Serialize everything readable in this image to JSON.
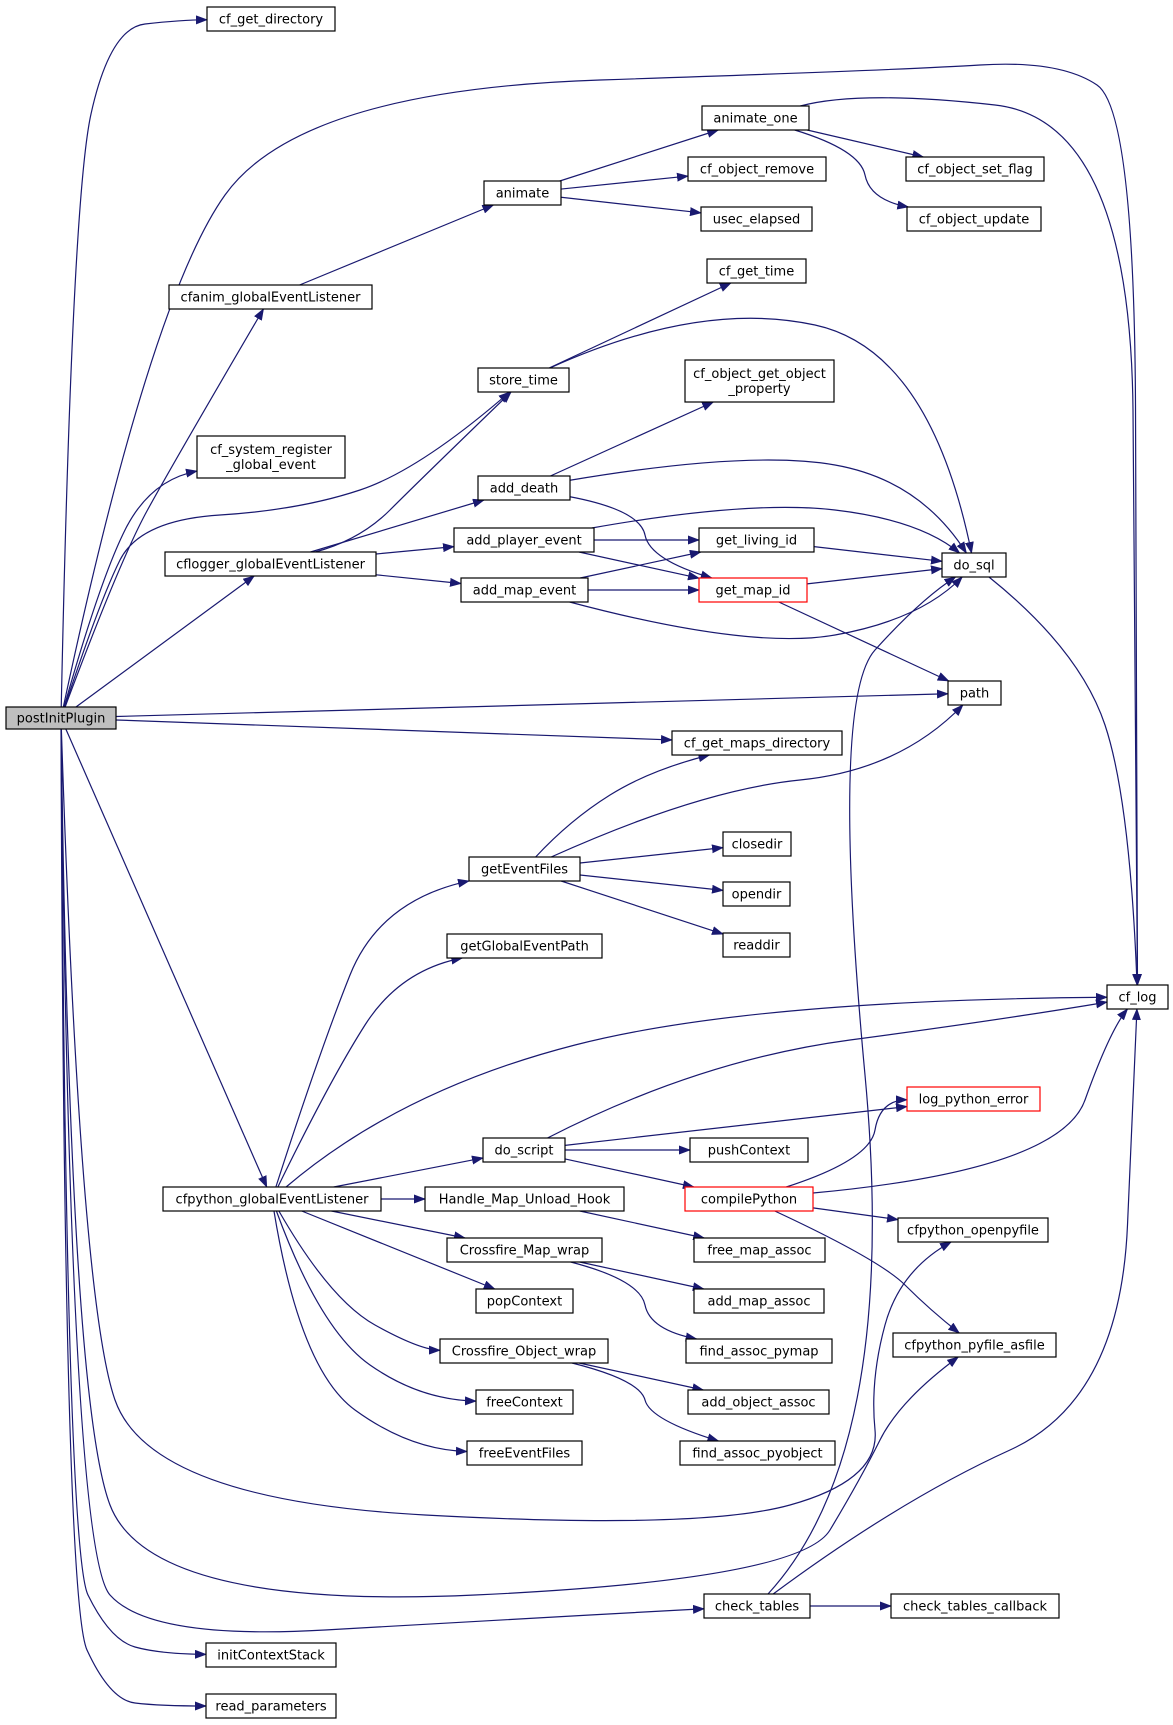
{
  "colors": {
    "edge": "#191970",
    "node_border": "#000000",
    "node_border_incomplete": "#ff0000",
    "node_fill": "#ffffff",
    "root_fill": "#bfbfbf"
  },
  "nodes": [
    {
      "id": "postInitPlugin",
      "lines": [
        "postInitPlugin"
      ],
      "root": true
    },
    {
      "id": "cf_get_directory",
      "lines": [
        "cf_get_directory"
      ]
    },
    {
      "id": "cfanim_globalEventListener",
      "lines": [
        "cfanim_globalEventListener"
      ]
    },
    {
      "id": "animate",
      "lines": [
        "animate"
      ]
    },
    {
      "id": "animate_one",
      "lines": [
        "animate_one"
      ]
    },
    {
      "id": "cf_object_remove",
      "lines": [
        "cf_object_remove"
      ]
    },
    {
      "id": "usec_elapsed",
      "lines": [
        "usec_elapsed"
      ]
    },
    {
      "id": "cf_object_set_flag",
      "lines": [
        "cf_object_set_flag"
      ]
    },
    {
      "id": "cf_object_update",
      "lines": [
        "cf_object_update"
      ]
    },
    {
      "id": "cf_get_time",
      "lines": [
        "cf_get_time"
      ]
    },
    {
      "id": "store_time",
      "lines": [
        "store_time"
      ]
    },
    {
      "id": "cf_object_get_object_property",
      "lines": [
        "cf_object_get_object",
        "_property"
      ]
    },
    {
      "id": "cf_system_register_global_event",
      "lines": [
        "cf_system_register",
        "_global_event"
      ]
    },
    {
      "id": "add_death",
      "lines": [
        "add_death"
      ]
    },
    {
      "id": "cflogger_globalEventListener",
      "lines": [
        "cflogger_globalEventListener"
      ]
    },
    {
      "id": "add_player_event",
      "lines": [
        "add_player_event"
      ]
    },
    {
      "id": "get_living_id",
      "lines": [
        "get_living_id"
      ]
    },
    {
      "id": "do_sql",
      "lines": [
        "do_sql"
      ]
    },
    {
      "id": "add_map_event",
      "lines": [
        "add_map_event"
      ]
    },
    {
      "id": "get_map_id",
      "lines": [
        "get_map_id"
      ],
      "incomplete": true
    },
    {
      "id": "path",
      "lines": [
        "path"
      ]
    },
    {
      "id": "cf_get_maps_directory",
      "lines": [
        "cf_get_maps_directory"
      ]
    },
    {
      "id": "closedir",
      "lines": [
        "closedir"
      ]
    },
    {
      "id": "getEventFiles",
      "lines": [
        "getEventFiles"
      ]
    },
    {
      "id": "opendir",
      "lines": [
        "opendir"
      ]
    },
    {
      "id": "readdir",
      "lines": [
        "readdir"
      ]
    },
    {
      "id": "getGlobalEventPath",
      "lines": [
        "getGlobalEventPath"
      ]
    },
    {
      "id": "cf_log",
      "lines": [
        "cf_log"
      ]
    },
    {
      "id": "log_python_error",
      "lines": [
        "log_python_error"
      ],
      "incomplete": true
    },
    {
      "id": "do_script",
      "lines": [
        "do_script"
      ]
    },
    {
      "id": "pushContext",
      "lines": [
        "pushContext"
      ]
    },
    {
      "id": "compilePython",
      "lines": [
        "compilePython"
      ],
      "incomplete": true
    },
    {
      "id": "cfpython_globalEventListener",
      "lines": [
        "cfpython_globalEventListener"
      ]
    },
    {
      "id": "Handle_Map_Unload_Hook",
      "lines": [
        "Handle_Map_Unload_Hook"
      ]
    },
    {
      "id": "cfpython_openpyfile",
      "lines": [
        "cfpython_openpyfile"
      ]
    },
    {
      "id": "free_map_assoc",
      "lines": [
        "free_map_assoc"
      ]
    },
    {
      "id": "Crossfire_Map_wrap",
      "lines": [
        "Crossfire_Map_wrap"
      ]
    },
    {
      "id": "popContext",
      "lines": [
        "popContext"
      ]
    },
    {
      "id": "add_map_assoc",
      "lines": [
        "add_map_assoc"
      ]
    },
    {
      "id": "find_assoc_pymap",
      "lines": [
        "find_assoc_pymap"
      ]
    },
    {
      "id": "cfpython_pyfile_asfile",
      "lines": [
        "cfpython_pyfile_asfile"
      ]
    },
    {
      "id": "Crossfire_Object_wrap",
      "lines": [
        "Crossfire_Object_wrap"
      ]
    },
    {
      "id": "add_object_assoc",
      "lines": [
        "add_object_assoc"
      ]
    },
    {
      "id": "freeContext",
      "lines": [
        "freeContext"
      ]
    },
    {
      "id": "freeEventFiles",
      "lines": [
        "freeEventFiles"
      ]
    },
    {
      "id": "find_assoc_pyobject",
      "lines": [
        "find_assoc_pyobject"
      ]
    },
    {
      "id": "check_tables",
      "lines": [
        "check_tables"
      ]
    },
    {
      "id": "check_tables_callback",
      "lines": [
        "check_tables_callback"
      ]
    },
    {
      "id": "initContextStack",
      "lines": [
        "initContextStack"
      ]
    },
    {
      "id": "read_parameters",
      "lines": [
        "read_parameters"
      ]
    }
  ],
  "edges": [
    [
      "postInitPlugin",
      "cf_get_directory"
    ],
    [
      "postInitPlugin",
      "cf_log"
    ],
    [
      "postInitPlugin",
      "cfanim_globalEventListener"
    ],
    [
      "postInitPlugin",
      "cf_system_register_global_event"
    ],
    [
      "postInitPlugin",
      "store_time"
    ],
    [
      "postInitPlugin",
      "cflogger_globalEventListener"
    ],
    [
      "postInitPlugin",
      "path"
    ],
    [
      "postInitPlugin",
      "cf_get_maps_directory"
    ],
    [
      "postInitPlugin",
      "cfpython_globalEventListener"
    ],
    [
      "postInitPlugin",
      "cfpython_openpyfile"
    ],
    [
      "postInitPlugin",
      "cfpython_pyfile_asfile"
    ],
    [
      "postInitPlugin",
      "check_tables"
    ],
    [
      "postInitPlugin",
      "initContextStack"
    ],
    [
      "postInitPlugin",
      "read_parameters"
    ],
    [
      "cfanim_globalEventListener",
      "animate"
    ],
    [
      "animate",
      "animate_one"
    ],
    [
      "animate",
      "cf_object_remove"
    ],
    [
      "animate",
      "usec_elapsed"
    ],
    [
      "animate_one",
      "cf_log"
    ],
    [
      "animate_one",
      "cf_object_set_flag"
    ],
    [
      "animate_one",
      "cf_object_update"
    ],
    [
      "store_time",
      "cf_get_time"
    ],
    [
      "store_time",
      "do_sql"
    ],
    [
      "cflogger_globalEventListener",
      "store_time"
    ],
    [
      "cflogger_globalEventListener",
      "add_death"
    ],
    [
      "cflogger_globalEventListener",
      "add_player_event"
    ],
    [
      "cflogger_globalEventListener",
      "add_map_event"
    ],
    [
      "add_death",
      "cf_object_get_object_property"
    ],
    [
      "add_death",
      "do_sql"
    ],
    [
      "add_death",
      "get_map_id"
    ],
    [
      "add_player_event",
      "do_sql"
    ],
    [
      "add_player_event",
      "get_living_id"
    ],
    [
      "add_player_event",
      "get_map_id"
    ],
    [
      "add_map_event",
      "get_living_id"
    ],
    [
      "add_map_event",
      "get_map_id"
    ],
    [
      "add_map_event",
      "do_sql"
    ],
    [
      "get_living_id",
      "do_sql"
    ],
    [
      "get_map_id",
      "do_sql"
    ],
    [
      "get_map_id",
      "path"
    ],
    [
      "do_sql",
      "cf_log"
    ],
    [
      "getEventFiles",
      "cf_get_maps_directory"
    ],
    [
      "getEventFiles",
      "path"
    ],
    [
      "getEventFiles",
      "closedir"
    ],
    [
      "getEventFiles",
      "opendir"
    ],
    [
      "getEventFiles",
      "readdir"
    ],
    [
      "cfpython_globalEventListener",
      "getEventFiles"
    ],
    [
      "cfpython_globalEventListener",
      "getGlobalEventPath"
    ],
    [
      "cfpython_globalEventListener",
      "cf_log"
    ],
    [
      "cfpython_globalEventListener",
      "do_script"
    ],
    [
      "cfpython_globalEventListener",
      "Handle_Map_Unload_Hook"
    ],
    [
      "cfpython_globalEventListener",
      "Crossfire_Map_wrap"
    ],
    [
      "cfpython_globalEventListener",
      "popContext"
    ],
    [
      "cfpython_globalEventListener",
      "Crossfire_Object_wrap"
    ],
    [
      "cfpython_globalEventListener",
      "freeContext"
    ],
    [
      "cfpython_globalEventListener",
      "freeEventFiles"
    ],
    [
      "do_script",
      "cf_log"
    ],
    [
      "do_script",
      "log_python_error"
    ],
    [
      "do_script",
      "pushContext"
    ],
    [
      "do_script",
      "compilePython"
    ],
    [
      "compilePython",
      "log_python_error"
    ],
    [
      "compilePython",
      "cf_log"
    ],
    [
      "compilePython",
      "cfpython_openpyfile"
    ],
    [
      "compilePython",
      "cfpython_pyfile_asfile"
    ],
    [
      "Handle_Map_Unload_Hook",
      "free_map_assoc"
    ],
    [
      "Crossfire_Map_wrap",
      "add_map_assoc"
    ],
    [
      "Crossfire_Map_wrap",
      "find_assoc_pymap"
    ],
    [
      "Crossfire_Object_wrap",
      "add_object_assoc"
    ],
    [
      "Crossfire_Object_wrap",
      "find_assoc_pyobject"
    ],
    [
      "check_tables",
      "do_sql"
    ],
    [
      "check_tables",
      "cf_log"
    ],
    [
      "check_tables",
      "check_tables_callback"
    ]
  ]
}
